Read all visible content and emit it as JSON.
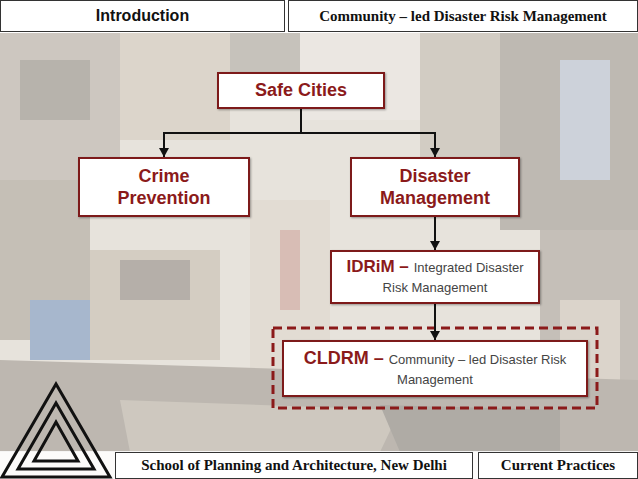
{
  "diagram": {
    "nodes": [
      {
        "text": [
          "Introduction"
        ]
      },
      {
        "text": [
          "Community – led Disaster Risk Management"
        ]
      },
      {
        "text": [
          "Safe Cities"
        ]
      },
      {
        "text": [
          "Crime Prevention"
        ]
      },
      {
        "text": [
          "Disaster Management"
        ]
      },
      {
        "text": [
          "IDRiM –",
          "Integrated Disaster Risk Management"
        ]
      },
      {
        "text": [
          "CLDRM –",
          "Community – led Disaster Risk Management"
        ]
      },
      {
        "text": [
          "School of Planning and Architecture, New Delhi"
        ]
      },
      {
        "text": [
          "Current Practices"
        ]
      }
    ],
    "edges": [
      {
        "from": 2,
        "to": 3,
        "arrow": "to"
      },
      {
        "from": 2,
        "to": 4,
        "arrow": "to"
      },
      {
        "from": 4,
        "to": 5,
        "arrow": "to"
      },
      {
        "from": 5,
        "to": 6,
        "arrow": "to"
      }
    ]
  }
}
